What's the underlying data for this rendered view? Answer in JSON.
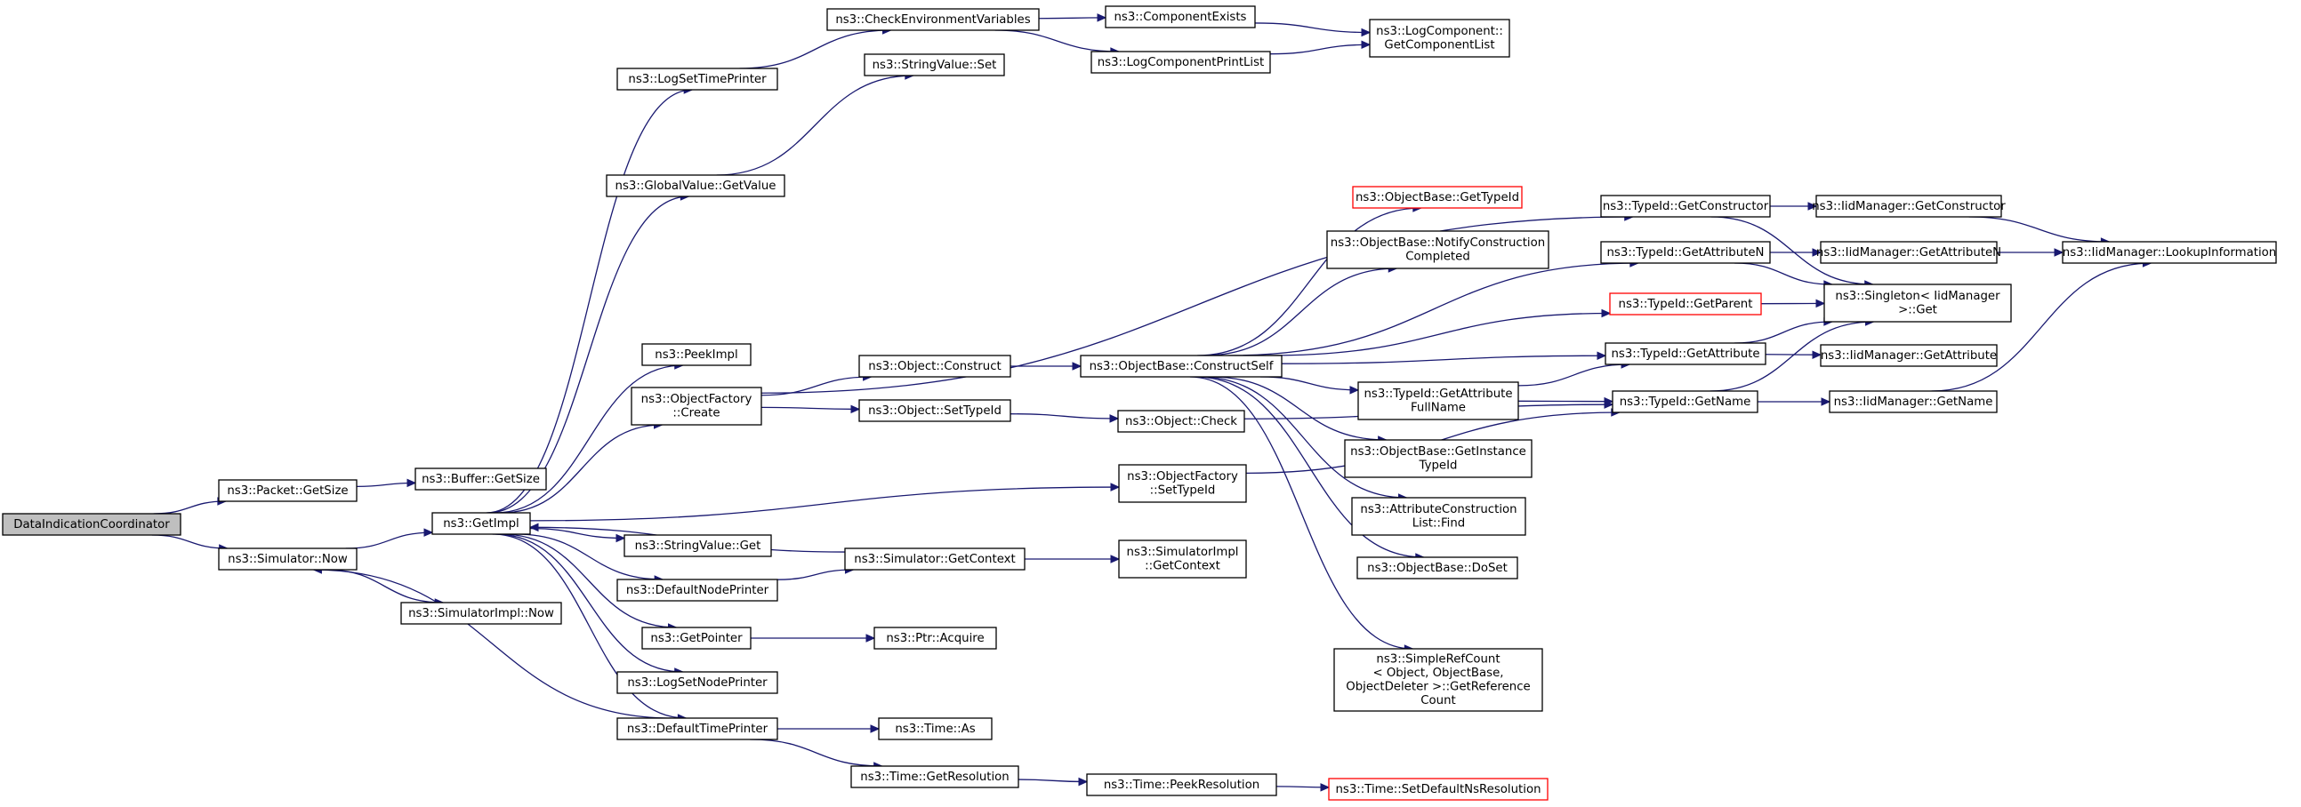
{
  "title": "",
  "nodes": [
    {
      "id": "dic",
      "lines": [
        "DataIndicationCoordinator"
      ],
      "style": "root"
    },
    {
      "id": "pgs",
      "lines": [
        "ns3::Packet::GetSize"
      ]
    },
    {
      "id": "sn",
      "lines": [
        "ns3::Simulator::Now"
      ]
    },
    {
      "id": "bgs",
      "lines": [
        "ns3::Buffer::GetSize"
      ]
    },
    {
      "id": "gi",
      "lines": [
        "ns3::GetImpl"
      ]
    },
    {
      "id": "sin",
      "lines": [
        "ns3::SimulatorImpl::Now"
      ]
    },
    {
      "id": "lstp",
      "lines": [
        "ns3::LogSetTimePrinter"
      ]
    },
    {
      "id": "gvgv",
      "lines": [
        "ns3::GlobalValue::GetValue"
      ]
    },
    {
      "id": "pi",
      "lines": [
        "ns3::PeekImpl"
      ]
    },
    {
      "id": "ofc",
      "lines": [
        "ns3::ObjectFactory",
        "::Create"
      ]
    },
    {
      "id": "svg",
      "lines": [
        "ns3::StringValue::Get"
      ]
    },
    {
      "id": "dnp",
      "lines": [
        "ns3::DefaultNodePrinter"
      ]
    },
    {
      "id": "gp",
      "lines": [
        "ns3::GetPointer"
      ]
    },
    {
      "id": "lsnp",
      "lines": [
        "ns3::LogSetNodePrinter"
      ]
    },
    {
      "id": "dtp",
      "lines": [
        "ns3::DefaultTimePrinter"
      ]
    },
    {
      "id": "cev",
      "lines": [
        "ns3::CheckEnvironmentVariables"
      ]
    },
    {
      "id": "svs",
      "lines": [
        "ns3::StringValue::Set"
      ]
    },
    {
      "id": "oc",
      "lines": [
        "ns3::Object::Construct"
      ]
    },
    {
      "id": "osti",
      "lines": [
        "ns3::Object::SetTypeId"
      ]
    },
    {
      "id": "sgc",
      "lines": [
        "ns3::Simulator::GetContext"
      ]
    },
    {
      "id": "pa",
      "lines": [
        "ns3::Ptr::Acquire"
      ]
    },
    {
      "id": "ta",
      "lines": [
        "ns3::Time::As"
      ]
    },
    {
      "id": "tgr",
      "lines": [
        "ns3::Time::GetResolution"
      ]
    },
    {
      "id": "ce",
      "lines": [
        "ns3::ComponentExists"
      ]
    },
    {
      "id": "lcpl",
      "lines": [
        "ns3::LogComponentPrintList"
      ]
    },
    {
      "id": "obcs",
      "lines": [
        "ns3::ObjectBase::ConstructSelf"
      ]
    },
    {
      "id": "ochk",
      "lines": [
        "ns3::Object::Check"
      ]
    },
    {
      "id": "ofst",
      "lines": [
        "ns3::ObjectFactory",
        "::SetTypeId"
      ]
    },
    {
      "id": "sigc",
      "lines": [
        "ns3::SimulatorImpl",
        "::GetContext"
      ]
    },
    {
      "id": "tpr",
      "lines": [
        "ns3::Time::PeekResolution"
      ]
    },
    {
      "id": "lcgcl",
      "lines": [
        "ns3::LogComponent::",
        "GetComponentList"
      ]
    },
    {
      "id": "obgti",
      "lines": [
        "ns3::ObjectBase::GetTypeId"
      ],
      "style": "red"
    },
    {
      "id": "obncc",
      "lines": [
        "ns3::ObjectBase::NotifyConstruction",
        "Completed"
      ]
    },
    {
      "id": "tgafn",
      "lines": [
        "ns3::TypeId::GetAttribute",
        "FullName"
      ]
    },
    {
      "id": "obgit",
      "lines": [
        "ns3::ObjectBase::GetInstance",
        "TypeId"
      ]
    },
    {
      "id": "acf",
      "lines": [
        "ns3::AttributeConstruction",
        "List::Find"
      ]
    },
    {
      "id": "obds",
      "lines": [
        "ns3::ObjectBase::DoSet"
      ]
    },
    {
      "id": "src",
      "lines": [
        "ns3::SimpleRefCount",
        "< Object, ObjectBase,",
        "ObjectDeleter >::GetReference",
        "Count"
      ]
    },
    {
      "id": "tsdnr",
      "lines": [
        "ns3::Time::SetDefaultNsResolution"
      ],
      "style": "red"
    },
    {
      "id": "tgc",
      "lines": [
        "ns3::TypeId::GetConstructor"
      ]
    },
    {
      "id": "tgan",
      "lines": [
        "ns3::TypeId::GetAttributeN"
      ]
    },
    {
      "id": "tgp",
      "lines": [
        "ns3::TypeId::GetParent"
      ],
      "style": "red"
    },
    {
      "id": "tga",
      "lines": [
        "ns3::TypeId::GetAttribute"
      ]
    },
    {
      "id": "tgn",
      "lines": [
        "ns3::TypeId::GetName"
      ]
    },
    {
      "id": "imgc",
      "lines": [
        "ns3::IidManager::GetConstructor"
      ]
    },
    {
      "id": "imgan",
      "lines": [
        "ns3::IidManager::GetAttributeN"
      ]
    },
    {
      "id": "sig",
      "lines": [
        "ns3::Singleton< IidManager",
        ">::Get"
      ]
    },
    {
      "id": "imga",
      "lines": [
        "ns3::IidManager::GetAttribute"
      ]
    },
    {
      "id": "imgn",
      "lines": [
        "ns3::IidManager::GetName"
      ]
    },
    {
      "id": "imli",
      "lines": [
        "ns3::IidManager::LookupInformation"
      ]
    }
  ],
  "edges": [
    [
      "dic",
      "pgs"
    ],
    [
      "dic",
      "sn"
    ],
    [
      "pgs",
      "bgs"
    ],
    [
      "sn",
      "gi"
    ],
    [
      "sn",
      "sin"
    ],
    [
      "gi",
      "lstp"
    ],
    [
      "gi",
      "gvgv"
    ],
    [
      "gi",
      "pi"
    ],
    [
      "gi",
      "ofc"
    ],
    [
      "gi",
      "ofst"
    ],
    [
      "gi",
      "svg"
    ],
    [
      "gi",
      "dnp"
    ],
    [
      "gi",
      "gp"
    ],
    [
      "gi",
      "lsnp"
    ],
    [
      "gi",
      "dtp"
    ],
    [
      "lstp",
      "cev"
    ],
    [
      "gvgv",
      "svs"
    ],
    [
      "cev",
      "ce"
    ],
    [
      "cev",
      "lcpl"
    ],
    [
      "ce",
      "lcgcl"
    ],
    [
      "lcpl",
      "lcgcl"
    ],
    [
      "ofc",
      "tgc"
    ],
    [
      "ofc",
      "oc"
    ],
    [
      "ofc",
      "osti"
    ],
    [
      "oc",
      "obcs"
    ],
    [
      "osti",
      "ochk"
    ],
    [
      "dnp",
      "sgc"
    ],
    [
      "sgc",
      "gi"
    ],
    [
      "sgc",
      "sigc"
    ],
    [
      "gp",
      "pa"
    ],
    [
      "dtp",
      "sn"
    ],
    [
      "dtp",
      "ta"
    ],
    [
      "dtp",
      "tgr"
    ],
    [
      "tgr",
      "tpr"
    ],
    [
      "tpr",
      "tsdnr"
    ],
    [
      "obcs",
      "obgti"
    ],
    [
      "obcs",
      "obncc"
    ],
    [
      "obcs",
      "tgan"
    ],
    [
      "obcs",
      "tgp"
    ],
    [
      "obcs",
      "tga"
    ],
    [
      "obcs",
      "tgafn"
    ],
    [
      "obcs",
      "obgit"
    ],
    [
      "obcs",
      "acf"
    ],
    [
      "obcs",
      "obds"
    ],
    [
      "obcs",
      "src"
    ],
    [
      "ochk",
      "tgn"
    ],
    [
      "ofst",
      "tgn"
    ],
    [
      "tgafn",
      "tga"
    ],
    [
      "tgafn",
      "tgn"
    ],
    [
      "tgc",
      "imgc"
    ],
    [
      "tgc",
      "sig"
    ],
    [
      "tgan",
      "imgan"
    ],
    [
      "tgan",
      "sig"
    ],
    [
      "tgp",
      "sig"
    ],
    [
      "tga",
      "sig"
    ],
    [
      "tga",
      "imga"
    ],
    [
      "tgn",
      "sig"
    ],
    [
      "tgn",
      "imgn"
    ],
    [
      "imgc",
      "imli"
    ],
    [
      "imgan",
      "imli"
    ],
    [
      "imgn",
      "imli"
    ]
  ]
}
